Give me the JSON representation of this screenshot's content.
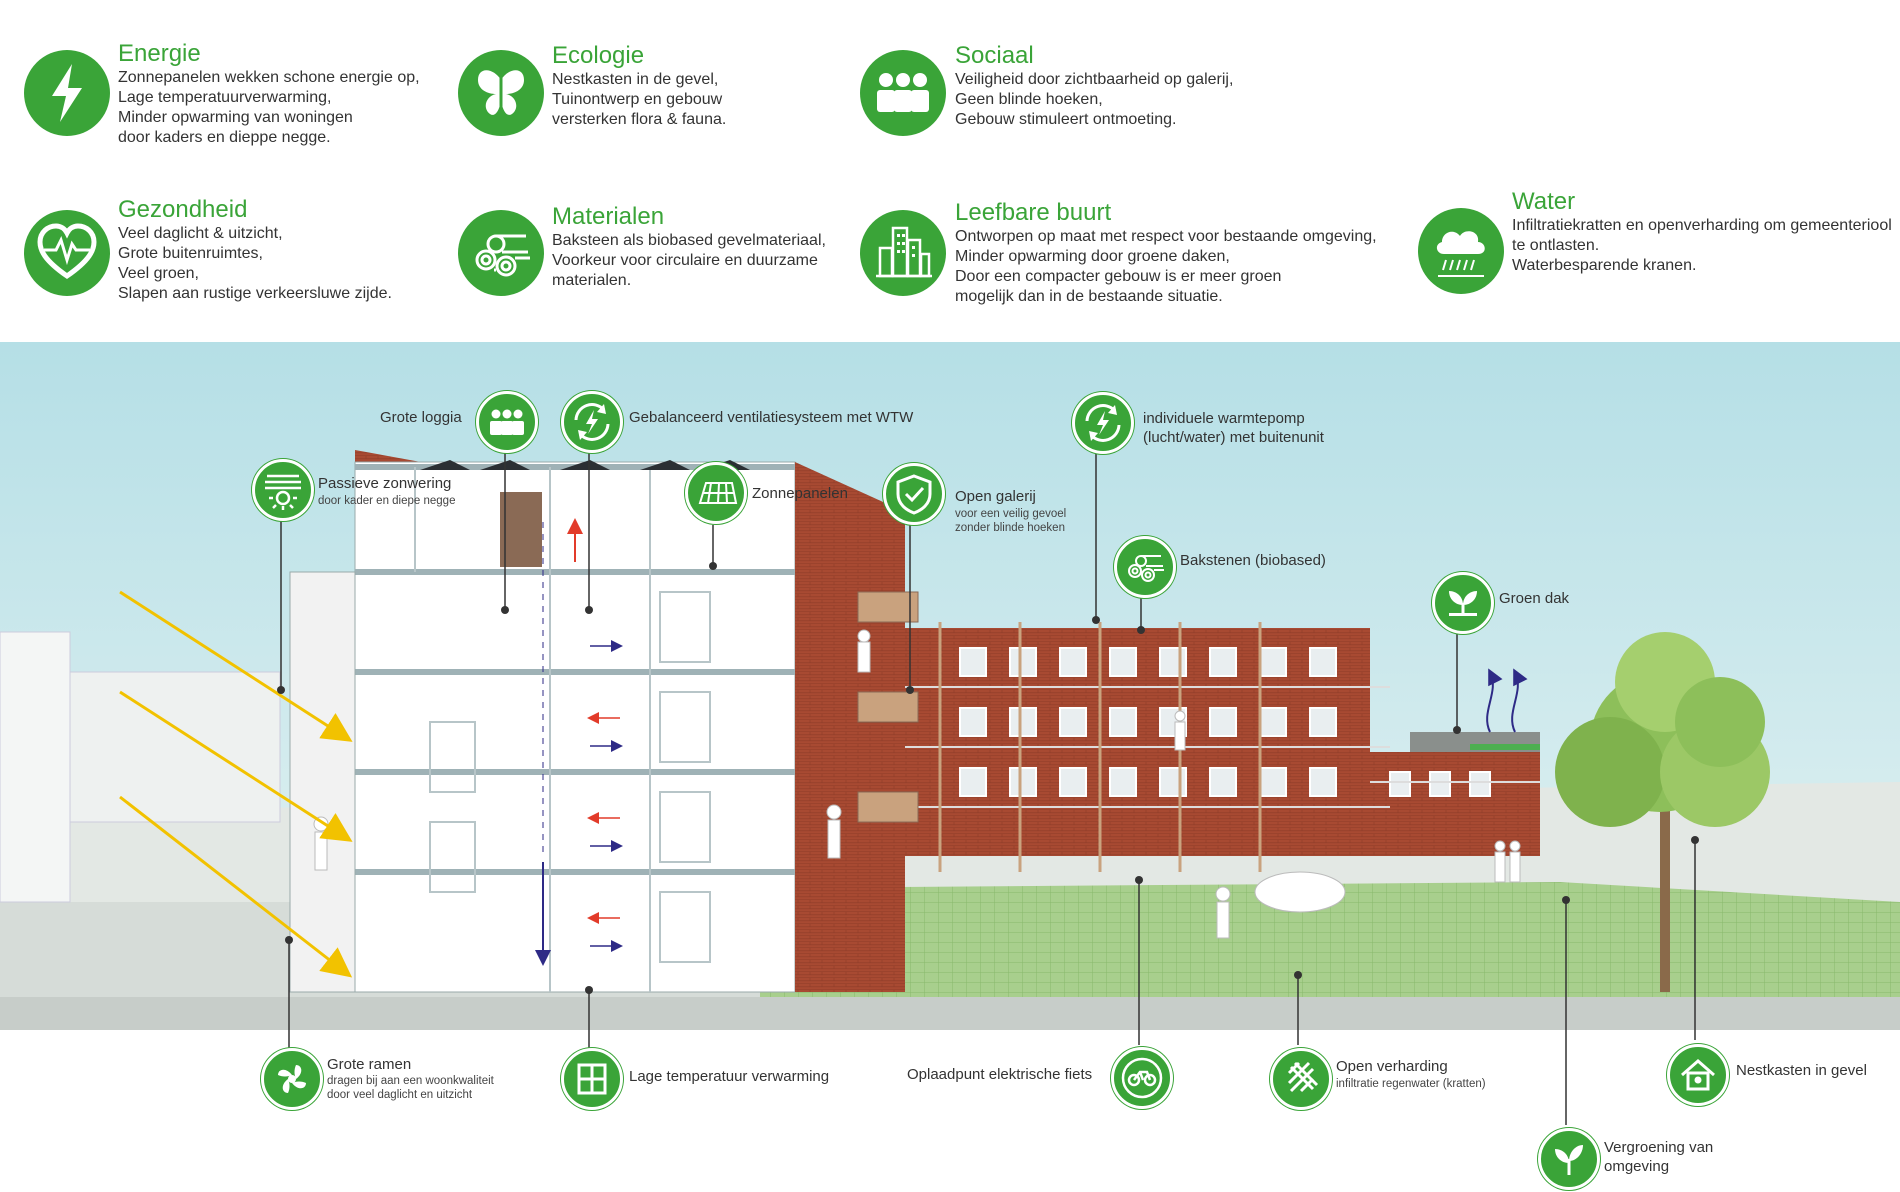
{
  "themes": [
    {
      "icon": "lightning-icon",
      "title": "Energie",
      "desc": "Zonnepanelen wekken schone energie op,\nLage temperatuurverwarming,\nMinder opwarming van woningen\ndoor kaders en dieppe negge."
    },
    {
      "icon": "butterfly-icon",
      "title": "Ecologie",
      "desc": "Nestkasten in de gevel,\nTuinontwerp en gebouw\nversterken flora & fauna."
    },
    {
      "icon": "people-icon",
      "title": "Sociaal",
      "desc": "Veiligheid door zichtbaarheid op galerij,\nGeen blinde hoeken,\nGebouw stimuleert ontmoeting."
    },
    {
      "icon": "heartbeat-icon",
      "title": "Gezondheid",
      "desc": "Veel daglicht & uitzicht,\nGrote buitenruimtes,\nVeel groen,\nSlapen aan rustige verkeersluwe zijde."
    },
    {
      "icon": "wood-logs-icon",
      "title": "Materialen",
      "desc": "Baksteen als biobased gevelmateriaal,\nVoorkeur voor circulaire en duurzame\nmaterialen."
    },
    {
      "icon": "city-buildings-icon",
      "title": "Leefbare buurt",
      "desc": "Ontworpen op maat met respect voor bestaande omgeving,\nMinder opwarming door groene daken,\nDoor een compacter gebouw is er meer groen\nmogelijk dan in de bestaande situatie."
    },
    {
      "icon": "rain-cloud-icon",
      "title": "Water",
      "desc": "Infiltratiekratten en openverharding om gemeenteriool\nte ontlasten.\nWaterbesparende kranen."
    }
  ],
  "callouts": {
    "grote_loggia": "Grote loggia",
    "ventilatie": "Gebalanceerd ventilatiesysteem met WTW",
    "passieve_zonwering": "Passieve zonwering",
    "passieve_zonwering_sub": "door kader en diepe negge",
    "zonnepanelen": "Zonnepanelen",
    "open_galerij": "Open galerij",
    "open_galerij_sub": "voor een veilig gevoel\nzonder blinde hoeken",
    "warmtepomp": "individuele warmtepomp\n(lucht/water) met buitenunit",
    "bakstenen": "Bakstenen (biobased)",
    "groen_dak": "Groen dak",
    "grote_ramen": "Grote ramen",
    "grote_ramen_sub": "dragen bij aan een woonkwaliteit\ndoor veel daglicht en uitzicht",
    "lage_temp": "Lage temperatuur verwarming",
    "oplaadpunt": "Oplaadpunt elektrische fiets",
    "open_verharding": "Open verharding",
    "open_verharding_sub": "infiltratie regenwater (kratten)",
    "nestkasten": "Nestkasten in gevel",
    "vergroening": "Vergroening van\nomgeving"
  },
  "colors": {
    "accent_green": "#3aa438",
    "sky": "#cfe9ee",
    "brick": "#a84a32",
    "sun_arrow": "#f2c200"
  }
}
